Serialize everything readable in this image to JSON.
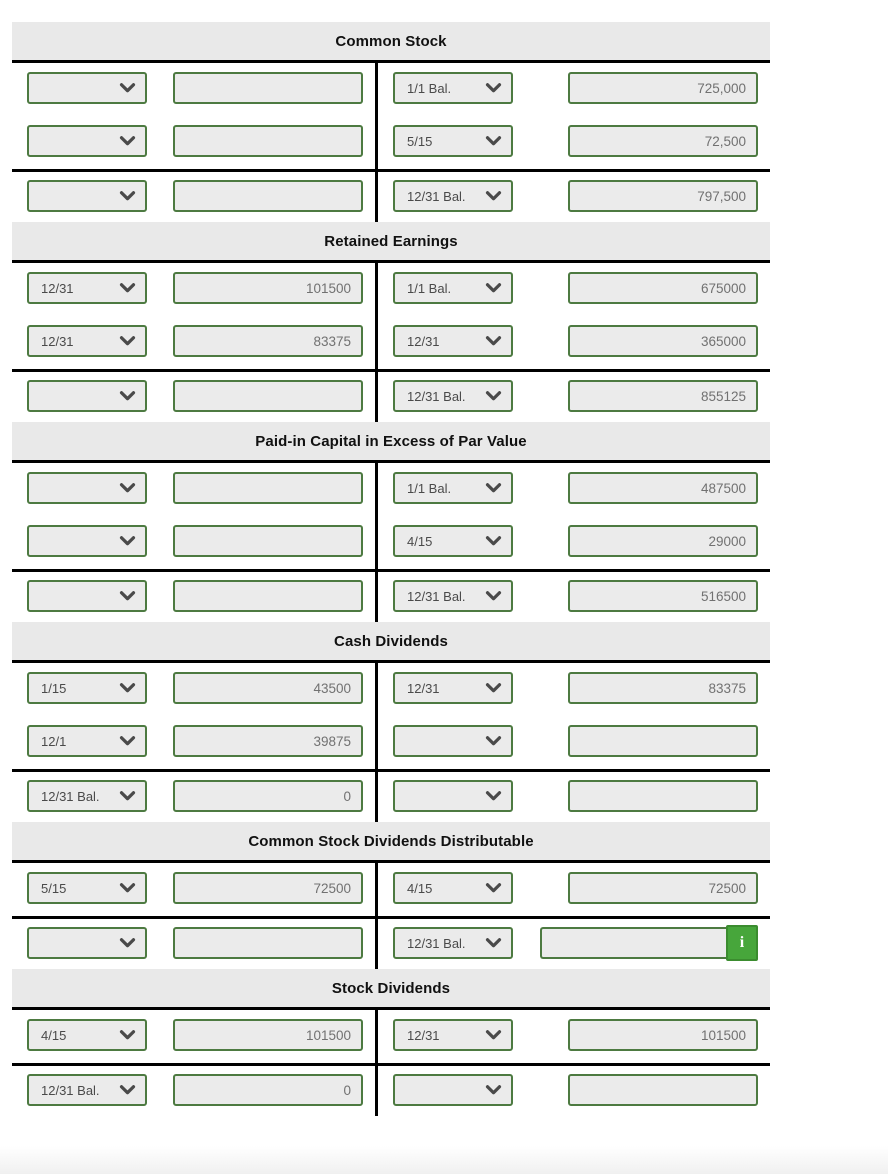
{
  "colors": {
    "field_border_green": "#4d7a41",
    "field_background": "#ebebeb",
    "header_background": "#e9e9e9",
    "rule_black": "#000000",
    "info_button_green": "#47a63b",
    "value_text_gray": "#717171",
    "select_text_gray": "#4a4a4a"
  },
  "icons": {
    "select_indicator": "chevron-down-icon",
    "info_button_glyph": "i"
  },
  "accounts": [
    {
      "title": "Common Stock",
      "left": {
        "entries": [
          {
            "date": "",
            "amount": ""
          },
          {
            "date": "",
            "amount": ""
          }
        ],
        "balance": {
          "date": "",
          "amount": ""
        }
      },
      "right": {
        "entries": [
          {
            "date": "1/1 Bal.",
            "amount": "725,000"
          },
          {
            "date": "5/15",
            "amount": "72,500"
          }
        ],
        "balance": {
          "date": "12/31 Bal.",
          "amount": "797,500"
        }
      }
    },
    {
      "title": "Retained Earnings",
      "left": {
        "entries": [
          {
            "date": "12/31",
            "amount": "101500"
          },
          {
            "date": "12/31",
            "amount": "83375"
          }
        ],
        "balance": {
          "date": "",
          "amount": ""
        }
      },
      "right": {
        "entries": [
          {
            "date": "1/1 Bal.",
            "amount": "675000"
          },
          {
            "date": "12/31",
            "amount": "365000"
          }
        ],
        "balance": {
          "date": "12/31 Bal.",
          "amount": "855125"
        }
      }
    },
    {
      "title": "Paid-in Capital in Excess of Par Value",
      "left": {
        "entries": [
          {
            "date": "",
            "amount": ""
          },
          {
            "date": "",
            "amount": ""
          }
        ],
        "balance": {
          "date": "",
          "amount": ""
        }
      },
      "right": {
        "entries": [
          {
            "date": "1/1 Bal.",
            "amount": "487500"
          },
          {
            "date": "4/15",
            "amount": "29000"
          }
        ],
        "balance": {
          "date": "12/31 Bal.",
          "amount": "516500"
        }
      }
    },
    {
      "title": "Cash Dividends",
      "left": {
        "entries": [
          {
            "date": "1/15",
            "amount": "43500"
          },
          {
            "date": "12/1",
            "amount": "39875"
          }
        ],
        "balance": {
          "date": "12/31 Bal.",
          "amount": "0"
        }
      },
      "right": {
        "entries": [
          {
            "date": "12/31",
            "amount": "83375"
          },
          {
            "date": "",
            "amount": ""
          }
        ],
        "balance": {
          "date": "",
          "amount": ""
        }
      }
    },
    {
      "title": "Common Stock Dividends Distributable",
      "left": {
        "entries": [
          {
            "date": "5/15",
            "amount": "72500"
          }
        ],
        "balance": {
          "date": "",
          "amount": ""
        }
      },
      "right": {
        "entries": [
          {
            "date": "4/15",
            "amount": "72500"
          }
        ],
        "balance": {
          "date": "12/31 Bal.",
          "amount": "",
          "info": true
        }
      }
    },
    {
      "title": "Stock Dividends",
      "left": {
        "entries": [
          {
            "date": "4/15",
            "amount": "101500"
          }
        ],
        "balance": {
          "date": "12/31 Bal.",
          "amount": "0"
        }
      },
      "right": {
        "entries": [
          {
            "date": "12/31",
            "amount": "101500"
          }
        ],
        "balance": {
          "date": "",
          "amount": ""
        }
      }
    }
  ]
}
